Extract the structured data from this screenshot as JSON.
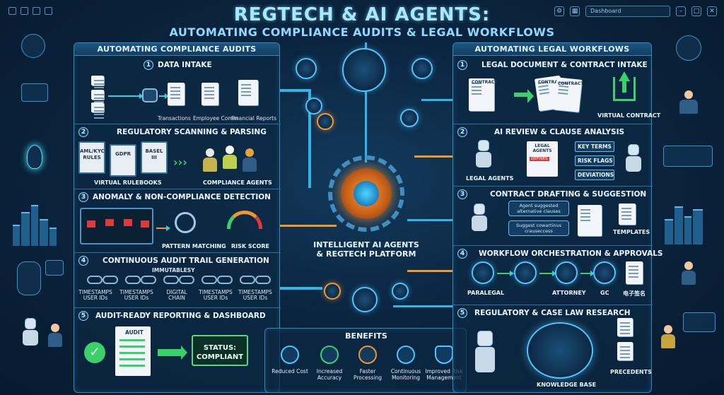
{
  "window": {
    "search_placeholder": "Dashboard"
  },
  "title": {
    "main": "REGTECH & AI AGENTS:",
    "sub": "AUTOMATING COMPLIANCE AUDITS & LEGAL WORKFLOWS"
  },
  "left_panel": {
    "header": "AUTOMATING COMPLIANCE AUDITS",
    "sections": [
      {
        "num": "1",
        "title": "DATA INTAKE",
        "captions": [
          "Transactions",
          "Employee Comm",
          "Financial Reports"
        ]
      },
      {
        "num": "2",
        "title": "REGULATORY SCANNING & PARSING",
        "books": [
          "AML/KYC RULES",
          "GDPR",
          "BASEL III"
        ],
        "captions": [
          "VIRTUAL RULEBOOKS",
          "COMPLIANCE AGENTS"
        ]
      },
      {
        "num": "3",
        "title": "ANOMALY & NON-COMPLIANCE DETECTION",
        "captions": [
          "PATTERN MATCHING",
          "RISK SCORE"
        ]
      },
      {
        "num": "4",
        "title": "CONTINUOUS AUDIT TRAIL GENERATION",
        "chain_label": "IMMUTABLESY",
        "captions": [
          "TIMESTAMPS USER IDs",
          "TIMESTAMPS USER IDs",
          "DIGITAL CHAIN",
          "TIMESTAMPS USER IDs",
          "TIMESTAMPS USER IDs"
        ]
      },
      {
        "num": "5",
        "title": "AUDIT-READY REPORTING & DASHBOARD",
        "audit_label": "AUDIT",
        "status": "STATUS: COMPLIANT"
      }
    ]
  },
  "center": {
    "hub_label": "INTELLIGENT AI AGENTS & REGTECH PLATFORM",
    "benefits_title": "BENEFITS",
    "benefits": [
      "Reduced Cost",
      "Increased Accuracy",
      "Faster Processing",
      "Continuous Monitoring",
      "Improved Risk Management"
    ]
  },
  "right_panel": {
    "header": "AUTOMATING LEGAL WORKFLOWS",
    "sections": [
      {
        "num": "1",
        "title": "LEGAL DOCUMENT & CONTRACT INTAKE",
        "doc_labels": [
          "CONTRACT",
          "CONTRACT",
          "CONTRACT"
        ],
        "captions": [
          "VIRTUAL CONTRACT"
        ]
      },
      {
        "num": "2",
        "title": "AI REVIEW & CLAUSE ANALYSIS",
        "doc_label": "LEGAL AGENTS",
        "doc_tag": "DEFINES",
        "tags": [
          "KEY TERMS",
          "RISK FLAGS",
          "DEVIATIONS"
        ],
        "captions": [
          "LEGAL AGENTS"
        ]
      },
      {
        "num": "3",
        "title": "CONTRACT DRAFTING & SUGGESTION",
        "bubbles": [
          "Agent suggested alternative clauses",
          "Suggest cowartinus crauseccess"
        ],
        "captions": [
          "TEMPLATES"
        ]
      },
      {
        "num": "4",
        "title": "WORKFLOW ORCHESTRATION & APPROVALS",
        "captions": [
          "PARALEGAL",
          "ATTORNEY",
          "GC",
          "电子签名"
        ]
      },
      {
        "num": "5",
        "title": "REGULATORY & CASE LAW RESEARCH",
        "captions": [
          "KNOWLEDGE BASE",
          "PRECEDENTS"
        ]
      }
    ]
  }
}
